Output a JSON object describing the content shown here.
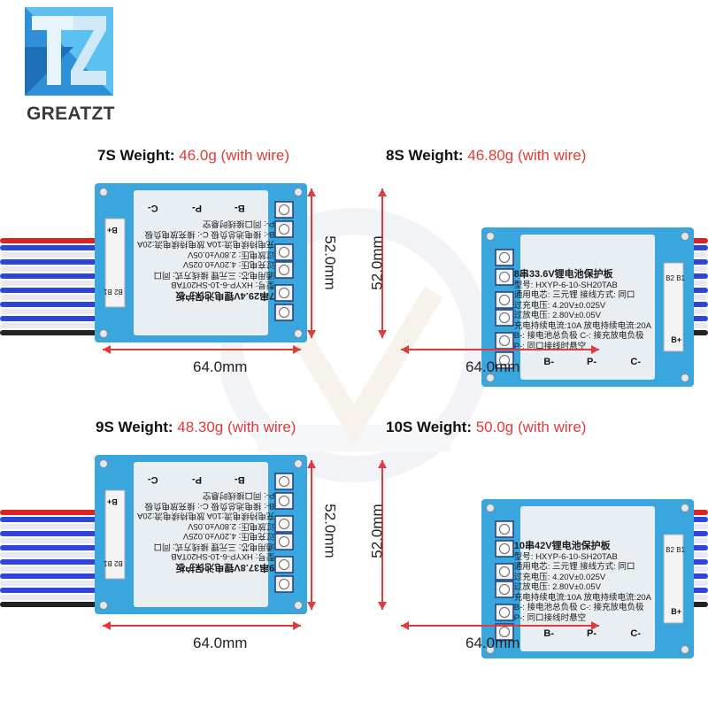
{
  "brand": {
    "name": "GREATZT"
  },
  "colors": {
    "red": "#e03a3a",
    "board": "#3aa6de",
    "label": "#e9eef2",
    "wire_blue": "#2c47d8",
    "wire_white": "#e8e8f0"
  },
  "variants": [
    {
      "title": "7S Weight:",
      "weight": "46.0g (with wire)",
      "width": "64.0mm",
      "height": "52.0mm",
      "board_text": "7串29.4V锂电池保护板",
      "model": "型号: HXYP-6-10-SH20TAB",
      "line3": "通用电芯: 三元锂  接线方式: 同口",
      "line4": "过充电压: 4.20V±0.025V",
      "line5": "过放电压: 2.80V±0.05V",
      "line6": "充电持续电流:10A 放电持续电流:20A",
      "line7": "B-: 接电池总负极  C-: 接充放电负极",
      "line8": "P-: 同口接线时悬空",
      "pads": {
        "c": "C-",
        "p": "P-",
        "b": "B-"
      }
    },
    {
      "title": "8S Weight:",
      "weight": "46.80g (with wire)",
      "width": "64.0mm",
      "height": "52.0mm",
      "board_text": "8串33.6V锂电池保护板",
      "model": "型号: HXYP-6-10-SH20TAB",
      "line3": "通用电芯: 三元锂  接线方式: 同口",
      "line4": "过充电压: 4.20V±0.025V",
      "line5": "过放电压: 2.80V±0.05V",
      "line6": "充电持续电流:10A 放电持续电流:20A",
      "line7": "B-: 接电池总负极  C-: 接充放电负极",
      "line8": "P-: 同口接线时悬空",
      "pads": {
        "c": "C-",
        "p": "P-",
        "b": "B-"
      }
    },
    {
      "title": "9S Weight:",
      "weight": "48.30g (with wire)",
      "width": "64.0mm",
      "height": "52.0mm",
      "board_text": "9串37.8V锂电池保护板",
      "model": "型号: HXYP-6-10-SH20TAB",
      "line3": "通用电芯: 三元锂  接线方式: 同口",
      "line4": "过充电压: 4.20V±0.025V",
      "line5": "过放电压: 2.80V±0.05V",
      "line6": "充电持续电流:10A 放电持续电流:20A",
      "line7": "B-: 接电池总负极  C-: 接充放电负极",
      "line8": "P-: 同口接线时悬空",
      "pads": {
        "c": "C-",
        "p": "P-",
        "b": "B-"
      }
    },
    {
      "title": "10S Weight:",
      "weight": "50.0g (with wire)",
      "width": "64.0mm",
      "height": "52.0mm",
      "board_text": "10串42V锂电池保护板",
      "model": "型号: HXYP-6-10-SH20TAB",
      "line3": "通用电芯: 三元锂  接线方式: 同口",
      "line4": "过充电压: 4.20V±0.025V",
      "line5": "过放电压: 2.80V±0.05V",
      "line6": "充电持续电流:10A 放电持续电流:20A",
      "line7": "B-: 接电池总负极  C-: 接充放电负极",
      "line8": "P-: 同口接线时悬空",
      "pads": {
        "c": "C-",
        "p": "P-",
        "b": "B-"
      }
    }
  ],
  "connector_labels": {
    "b2b1": "B2 B1",
    "bplus": "B+"
  }
}
